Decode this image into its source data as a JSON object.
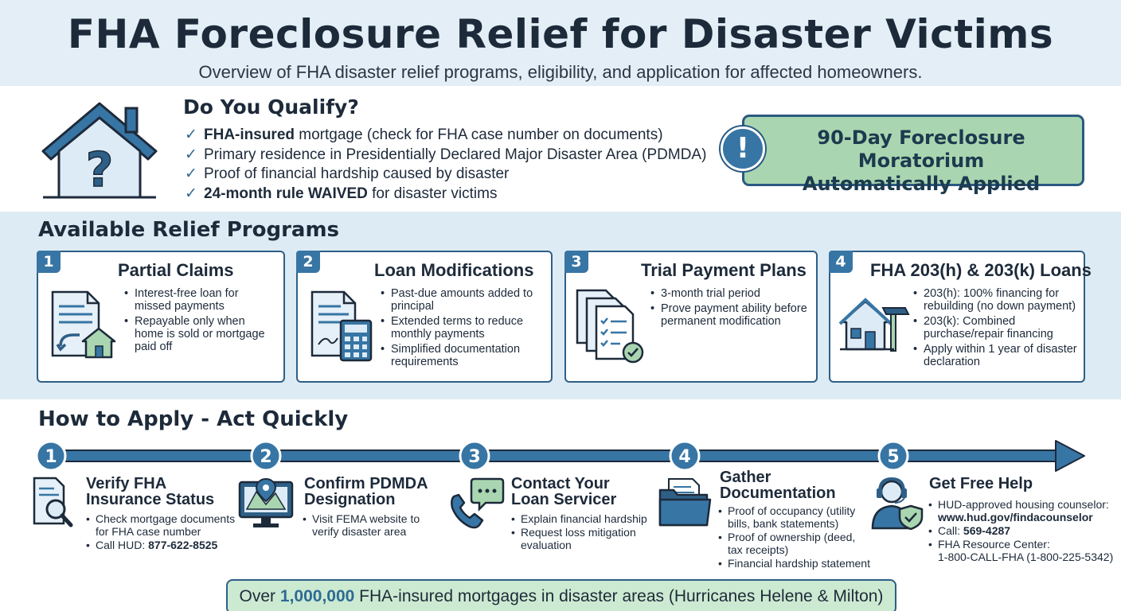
{
  "header": {
    "title": "FHA Foreclosure Relief for Disaster Victims",
    "subtitle": "Overview of FHA disaster relief programs, eligibility, and application for affected homeowners."
  },
  "qualify": {
    "heading": "Do You Qualify?",
    "items": [
      {
        "bold": "FHA-insured",
        "rest": " mortgage (check for FHA case number on documents)"
      },
      {
        "bold": "",
        "rest": "Primary residence in Presidentially Declared Major Disaster Area (PDMDA)"
      },
      {
        "bold": "",
        "rest": "Proof of financial hardship caused by disaster"
      },
      {
        "bold": "24-month rule WAIVED",
        "rest": " for disaster victims"
      }
    ],
    "moratorium_line1": "90-Day Foreclosure Moratorium",
    "moratorium_line2": "Automatically Applied",
    "alert_symbol": "!"
  },
  "programs": {
    "heading": "Available Relief Programs",
    "cards": [
      {
        "num": "1",
        "title": "Partial Claims",
        "items": [
          "Interest-free loan for missed payments",
          "Repayable only when home is sold or mortgage paid off"
        ]
      },
      {
        "num": "2",
        "title": "Loan Modifications",
        "items": [
          "Past-due amounts added to principal",
          "Extended terms to reduce monthly payments",
          "Simplified documentation requirements"
        ]
      },
      {
        "num": "3",
        "title": "Trial Payment Plans",
        "items": [
          "3-month trial period",
          "Prove payment ability before permanent modification"
        ]
      },
      {
        "num": "4",
        "title": "FHA 203(h) & 203(k) Loans",
        "items": [
          "203(h): 100% financing for rebuilding (no down payment)",
          "203(k): Combined purchase/repair financing",
          "Apply within 1 year of disaster declaration"
        ]
      }
    ]
  },
  "apply": {
    "heading": "How to Apply - Act Quickly",
    "steps": [
      {
        "num": "1",
        "title1": "Verify FHA",
        "title2": "Insurance Status",
        "items": [
          "Check mortgage documents",
          "for FHA case number"
        ],
        "call_label": "Call HUD: ",
        "call_value": "877-622-8525"
      },
      {
        "num": "2",
        "title1": "Confirm PDMDA",
        "title2": "Designation",
        "items": [
          "Visit FEMA website to",
          "verify disaster area"
        ]
      },
      {
        "num": "3",
        "title1": "Contact Your",
        "title2": "Loan Servicer",
        "items": [
          "Explain financial hardship",
          "Request loss mitigation",
          "evaluation"
        ]
      },
      {
        "num": "4",
        "title1": "Gather",
        "title2": "Documentation",
        "items": [
          "Proof of occupancy (utility",
          "bills, bank statements)",
          "Proof of ownership (deed,",
          "tax receipts)",
          "Financial hardship statement"
        ]
      },
      {
        "num": "5",
        "title1": "Get Free Help",
        "title2": "",
        "items": [
          "HUD-approved housing counselor:",
          "www.hud.gov/findacounselor",
          "Call: ",
          "569-4287",
          "FHA Resource Center:",
          "1-800-CALL-FHA (1-800-225-5342)"
        ]
      }
    ]
  },
  "banner": {
    "pre": "Over ",
    "highlight": "1,000,000",
    "post": " FHA-insured mortgages in disaster areas (Hurricanes Helene & Milton)"
  },
  "colors": {
    "accent": "#3775a4",
    "dark": "#1d2a3a",
    "green": "#a9d6b0",
    "panel": "#ddebf4"
  }
}
